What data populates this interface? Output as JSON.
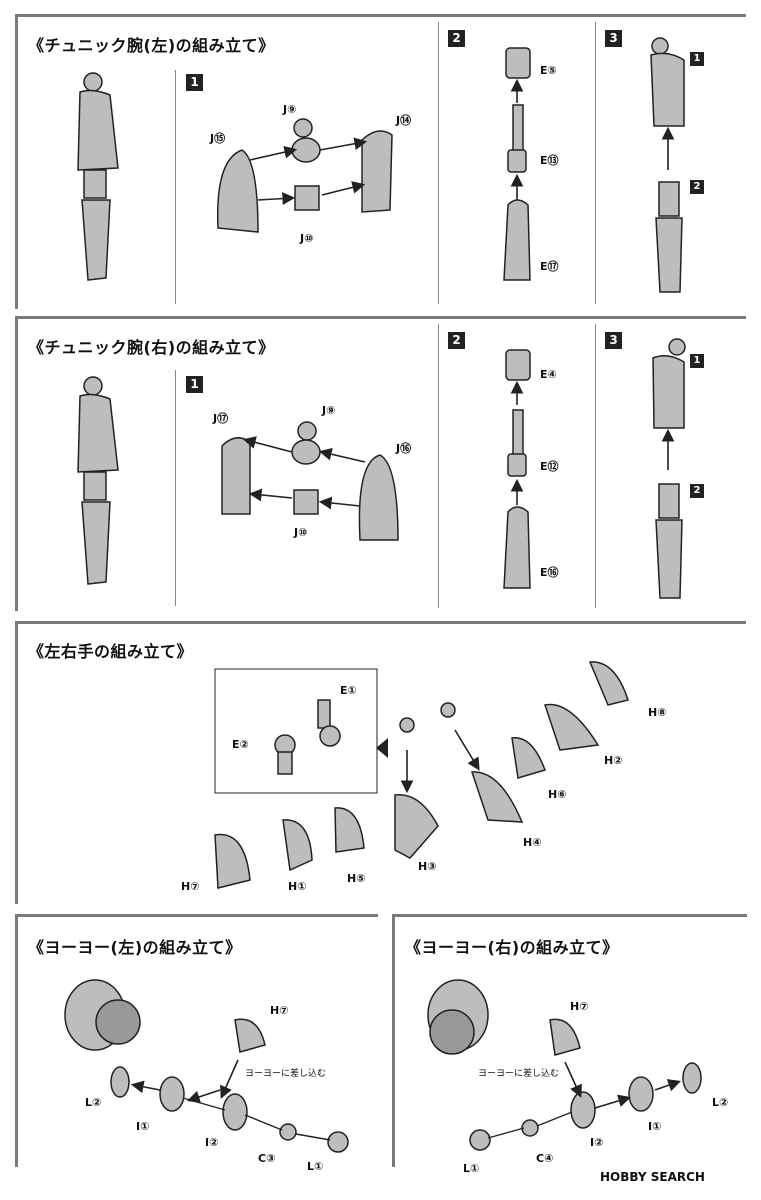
{
  "sections": {
    "arm_left": {
      "title": "《チュニック腕(左)の組み立て》",
      "steps": [
        "1",
        "2",
        "3"
      ],
      "labels": {
        "j9": "J⑨",
        "j15": "J⑮",
        "j14": "J⑭",
        "j10": "J⑩",
        "e5": "E⑤",
        "e13": "E⑬",
        "e17": "E⑰",
        "s1": "1",
        "s2": "2"
      }
    },
    "arm_right": {
      "title": "《チュニック腕(右)の組み立て》",
      "steps": [
        "1",
        "2",
        "3"
      ],
      "labels": {
        "j9": "J⑨",
        "j17": "J⑰",
        "j16": "J⑯",
        "j10": "J⑩",
        "e4": "E④",
        "e12": "E⑫",
        "e16": "E⑯",
        "s1": "1",
        "s2": "2"
      }
    },
    "hands": {
      "title": "《左右手の組み立て》",
      "labels": {
        "e1": "E①",
        "e2": "E②",
        "h8": "H⑧",
        "h2": "H②",
        "h6": "H⑥",
        "h4": "H④",
        "h7": "H⑦",
        "h1": "H①",
        "h5": "H⑤",
        "h3": "H③"
      }
    },
    "yoyo_left": {
      "title": "《ヨーヨー(左)の組み立て》",
      "note": "ヨーヨーに差し込む",
      "labels": {
        "h7": "H⑦",
        "l2": "L②",
        "i1": "I①",
        "i2": "I②",
        "c3": "C③",
        "l1": "L①"
      }
    },
    "yoyo_right": {
      "title": "《ヨーヨー(右)の組み立て》",
      "note": "ヨーヨーに差し込む",
      "labels": {
        "h7": "H⑦",
        "l2": "L②",
        "i1": "I①",
        "i2": "I②",
        "c4": "C④",
        "l1": "L①"
      }
    }
  },
  "footer": {
    "logo": "HOBBY SEARCH"
  }
}
